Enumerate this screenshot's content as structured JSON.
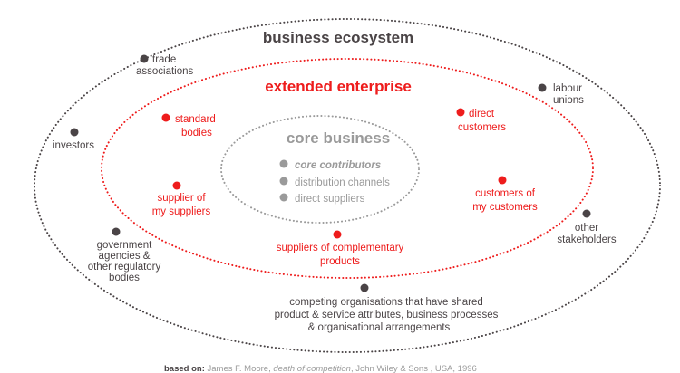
{
  "titles": {
    "ecosystem": "business ecosystem",
    "enterprise": "extended enterprise",
    "core": "core business"
  },
  "core_items": [
    "core contributors",
    "distribution channels",
    "direct suppliers"
  ],
  "ecosystem_items": {
    "trade": [
      "trade",
      "associations"
    ],
    "labour": [
      "labour",
      "unions"
    ],
    "investors": [
      "investors"
    ],
    "other": [
      "other",
      "stakeholders"
    ],
    "government": [
      "government",
      "agencies &",
      "other regulatory",
      "bodies"
    ],
    "competing": [
      "competing organisations that have shared",
      "product & service attributes, business processes",
      "& organisational arrangements"
    ]
  },
  "enterprise_items": {
    "standard": [
      "standard",
      "bodies"
    ],
    "direct_customers": [
      "direct",
      "customers"
    ],
    "supplier": [
      "supplier of",
      "my suppliers"
    ],
    "customers": [
      "customers of",
      "my customers"
    ],
    "complementary": [
      "suppliers of complementary",
      "products"
    ]
  },
  "footer": {
    "label": "based on:",
    "author": "James F. Moore,",
    "book": "death of competition",
    "publisher": ", John Wiley & Sons , USA, 1996"
  },
  "colors": {
    "dark": "#4a4446",
    "red": "#ee1c1c",
    "gray": "#9a9a9a"
  }
}
